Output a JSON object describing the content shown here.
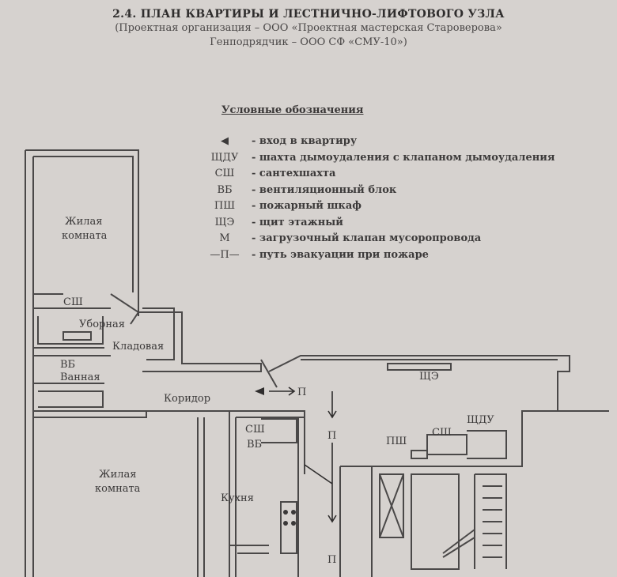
{
  "header": {
    "title": "2.4. ПЛАН КВАРТИРЫ И ЛЕСТНИЧНО-ЛИФТОВОГО УЗЛА",
    "subtitle_line1": "(Проектная организация – ООО «Проектная мастерская Староверова»",
    "subtitle_line2": "Генподрядчик – ООО СФ «СМУ-10»)"
  },
  "legend": {
    "title": "Условные обозначения",
    "items": [
      {
        "symbol": "◀",
        "desc": "- вход в квартиру"
      },
      {
        "symbol": "ЩДУ",
        "desc": "- шахта дымоудаления с клапаном дымоудаления"
      },
      {
        "symbol": "СШ",
        "desc": "- сантехшахта"
      },
      {
        "symbol": "ВБ",
        "desc": "- вентиляционный блок"
      },
      {
        "symbol": "ПШ",
        "desc": "- пожарный шкаф"
      },
      {
        "symbol": "ЩЭ",
        "desc": "- щит этажный"
      },
      {
        "symbol": "М",
        "desc": "- загрузочный клапан мусоропровода"
      },
      {
        "symbol": "—П—",
        "desc": "- путь эвакуации при пожаре"
      }
    ]
  },
  "plan": {
    "room_living1_a": "Жилая",
    "room_living1_b": "комната",
    "sh1": "СШ",
    "toilet": "Уборная",
    "storage": "Кладовая",
    "vb1": "ВБ",
    "bathroom": "Ванная",
    "corridor": "Коридор",
    "room_living2_a": "Жилая",
    "room_living2_b": "комната",
    "sh2": "СШ",
    "vb2": "ВБ",
    "kitchen": "Кухня",
    "shche": "ЩЭ",
    "psh": "ПШ",
    "sh3": "СШ",
    "shdu": "ЩДУ",
    "p": "П"
  }
}
